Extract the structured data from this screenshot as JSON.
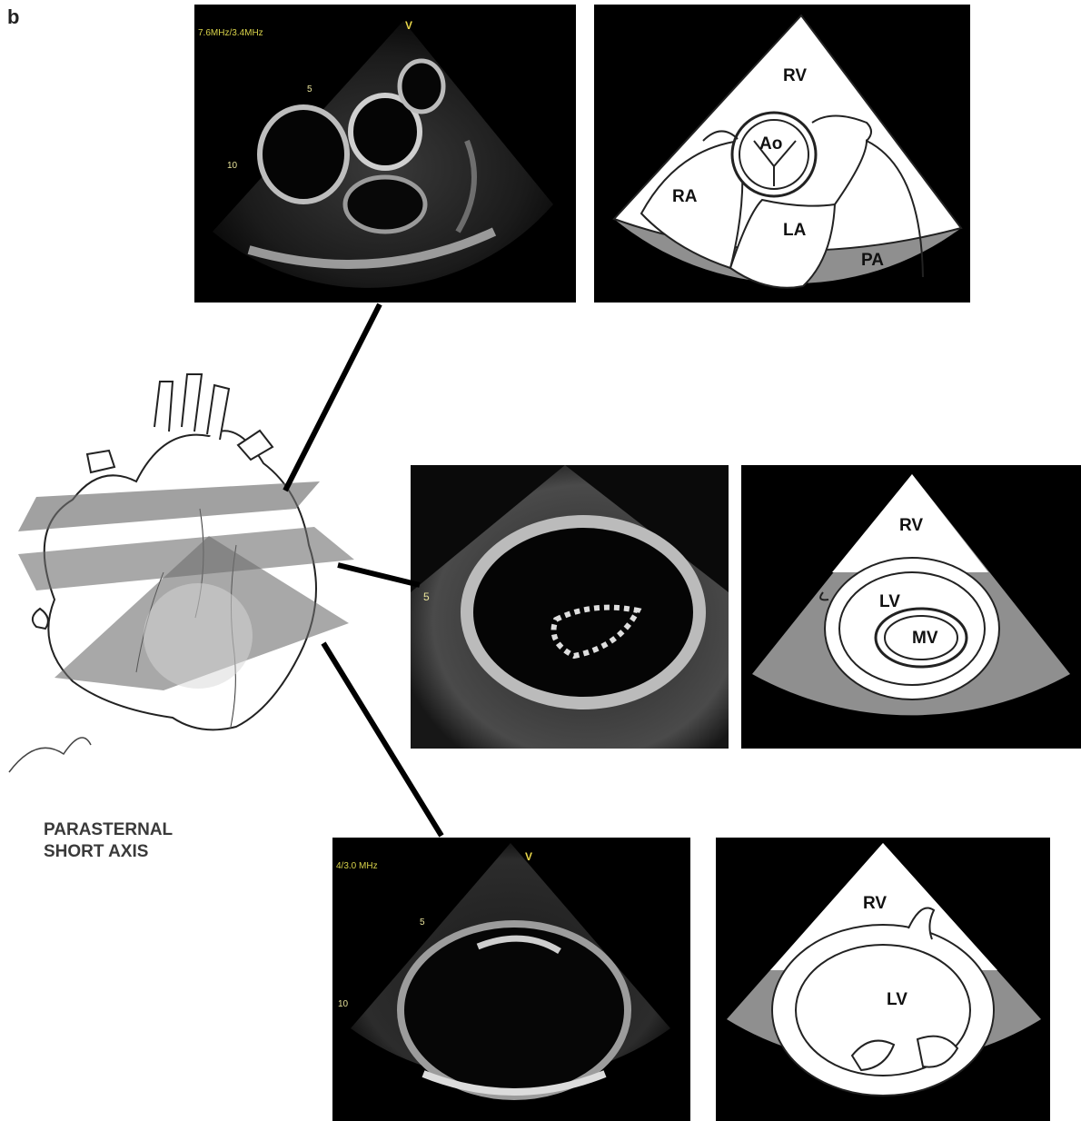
{
  "figure": {
    "panel_letter": "b",
    "caption_line1": "PARASTERNAL",
    "caption_line2": "SHORT AXIS"
  },
  "level_great_vessels": {
    "echo_header": "7.6MHz/3.4MHz",
    "echo_marker": "V",
    "depth_5": "5",
    "depth_10": "10",
    "labels": {
      "rv": "RV",
      "ao": "Ao",
      "ra": "RA",
      "la": "LA",
      "pa": "PA"
    }
  },
  "level_mitral": {
    "depth_5": "5",
    "labels": {
      "rv": "RV",
      "lv": "LV",
      "mv": "MV"
    }
  },
  "level_papillary": {
    "echo_header": "4/3.0 MHz",
    "echo_marker": "V",
    "depth_5": "5",
    "depth_10": "10",
    "labels": {
      "rv": "RV",
      "lv": "LV"
    }
  },
  "colors": {
    "background": "#ffffff",
    "echo_bg": "#000000",
    "sector_fill": "#ffffff",
    "sector_shadow": "#8f8f8f",
    "plane": "#6e6e6e",
    "caption": "#3a3a3a"
  }
}
